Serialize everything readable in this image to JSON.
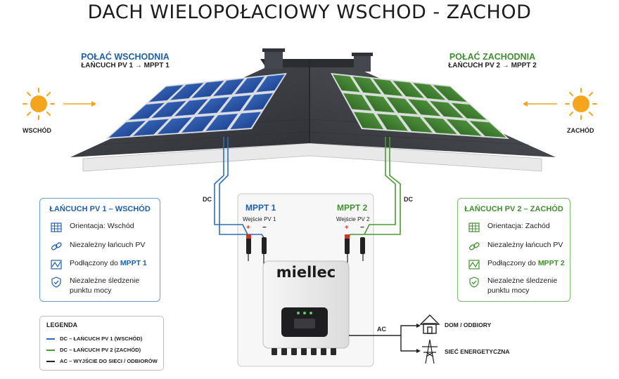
{
  "title": "DACH WIELOPOŁACIOWY WSCHOD - ZACHOD",
  "east": {
    "header": "POŁAĆ WSCHODNIA",
    "sub": "ŁAŃCUCH PV 1 → MPPT 1",
    "sun_label": "WSCHÓD"
  },
  "west": {
    "header": "POŁAĆ ZACHODNIA",
    "sub": "ŁAŃCUCH PV 2 → MPPT 2",
    "sun_label": "ZACHÓD"
  },
  "dc_left": "DC",
  "dc_right": "DC",
  "ac_label": "AC",
  "inverter": {
    "brand": "miellec",
    "mppt1": "MPPT 1",
    "mppt2": "MPPT 2",
    "input1": "Wejście PV 1",
    "input2": "Wejście PV 2",
    "plus": "+",
    "minus": "−"
  },
  "card_left": {
    "title": "ŁAŃCUCH PV 1 – WSCHÓD",
    "rows": [
      {
        "icon": "grid-panel-icon",
        "text": "Orientacja: Wschód"
      },
      {
        "icon": "link-chain-icon",
        "text": "Niezależny łańcuch PV"
      },
      {
        "icon": "dc-wave-icon",
        "text": "Podłączony do",
        "highlight": "MPPT 1"
      },
      {
        "icon": "shield-check-icon",
        "text": "Niezależne śledzenie",
        "text2": "punktu mocy"
      }
    ]
  },
  "card_right": {
    "title": "ŁAŃCUCH PV 2 – ZACHÓD",
    "rows": [
      {
        "icon": "grid-panel-icon",
        "text": "Orientacja: Zachód"
      },
      {
        "icon": "link-chain-icon",
        "text": "Niezależny łańcuch PV"
      },
      {
        "icon": "dc-wave-icon",
        "text": "Podłączony do",
        "highlight": "MPPT 2"
      },
      {
        "icon": "shield-check-icon",
        "text": "Niezależne śledzenie",
        "text2": "punktu mocy"
      }
    ]
  },
  "legend": {
    "title": "LEGENDA",
    "items": [
      {
        "label": "DC – ŁAŃCUCH PV 1 (WSCHÓD)",
        "color": "#2f6db5"
      },
      {
        "label": "DC – ŁAŃCUCH PV 2 (ZACHÓD)",
        "color": "#4a9a35"
      },
      {
        "label": "AC – WYJŚCIE DO SIECI / ODBIORÓW",
        "color": "#222222"
      }
    ]
  },
  "outputs": {
    "home": "DOM / ODBIORY",
    "grid": "SIEĆ ENERGETYCZNA"
  },
  "colors": {
    "east": "#2f6db5",
    "west": "#4a9a35",
    "roof": "#3c3f45",
    "sun": "#f2a51d"
  }
}
